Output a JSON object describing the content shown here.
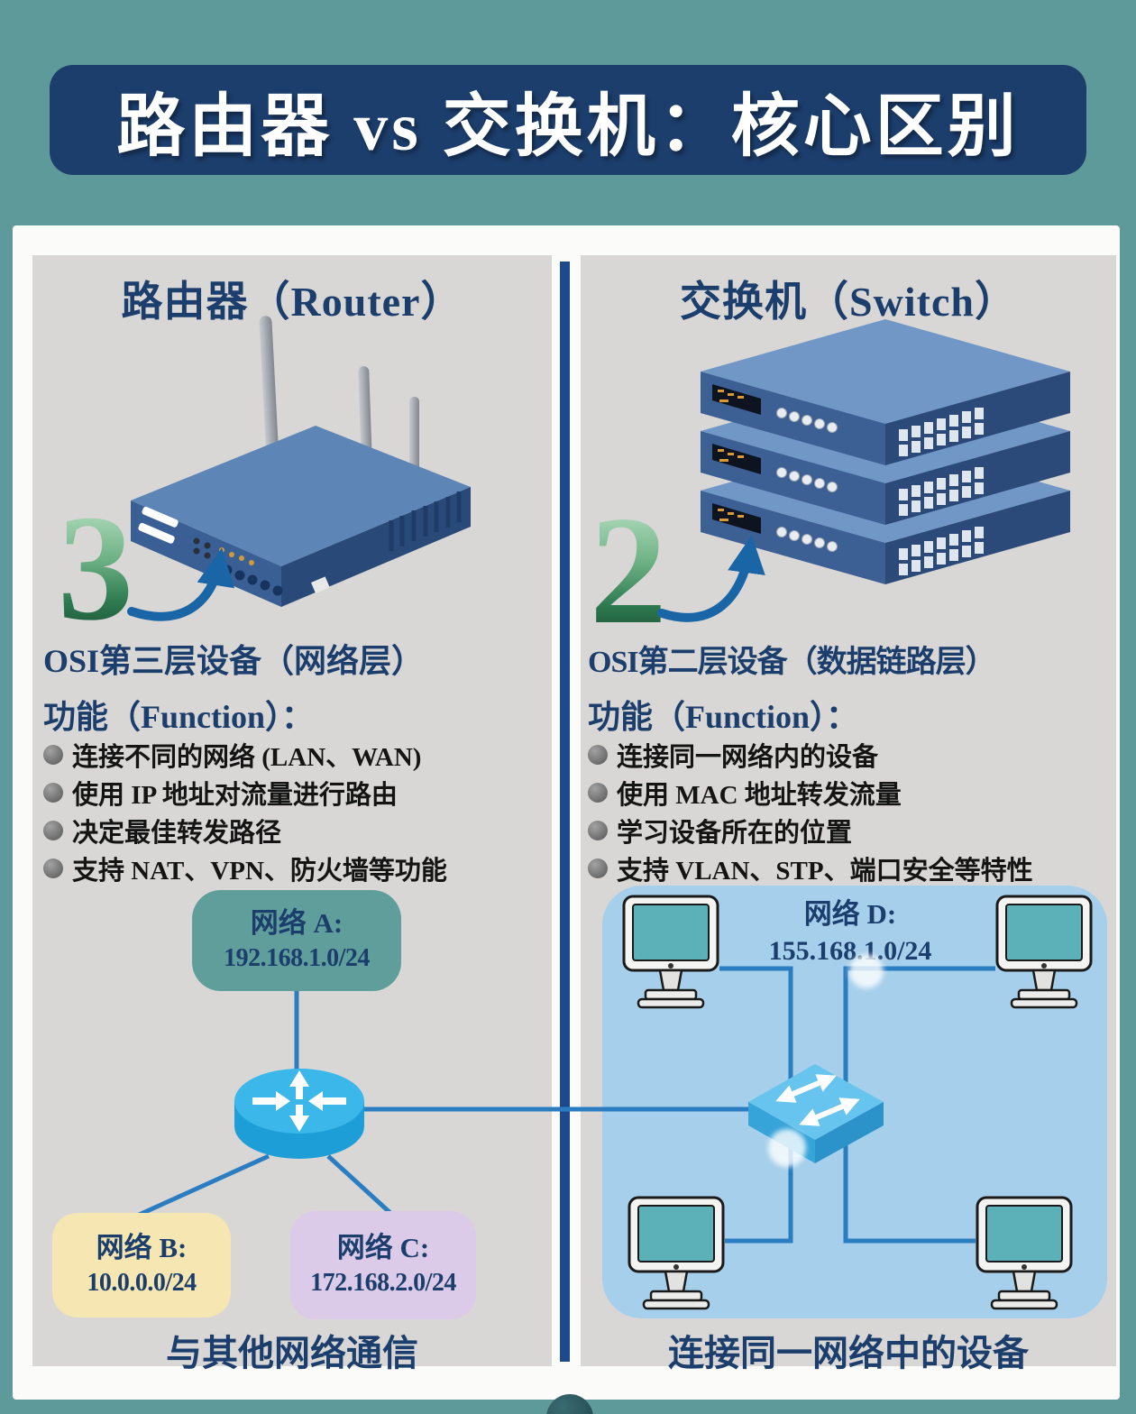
{
  "header": {
    "title": "路由器 vs 交换机：核心区别"
  },
  "left": {
    "title": "路由器（Router）",
    "step_number": "3",
    "osi_label": "OSI第三层设备（网络层）",
    "function_label": "功能（Function）：",
    "bullets": [
      "连接不同的网络 (LAN、WAN)",
      "使用 IP 地址对流量进行路由",
      "决定最佳转发路径",
      "支持 NAT、VPN、防火墙等功能"
    ],
    "network_a": {
      "label": "网络 A:",
      "cidr": "192.168.1.0/24"
    },
    "network_b": {
      "label": "网络 B:",
      "cidr": "10.0.0.0/24"
    },
    "network_c": {
      "label": "网络 C:",
      "cidr": "172.168.2.0/24"
    },
    "caption": "与其他网络通信"
  },
  "right": {
    "title": "交换机（Switch）",
    "step_number": "2",
    "osi_label": "OSI第二层设备（数据链路层）",
    "function_label": "功能（Function）：",
    "bullets": [
      "连接同一网络内的设备",
      "使用 MAC 地址转发流量",
      "学习设备所在的位置",
      "支持 VLAN、STP、端口安全等特性"
    ],
    "network_d": {
      "label": "网络 D:",
      "cidr": "155.168.1.0/24"
    },
    "caption": "连接同一网络中的设备"
  },
  "colors": {
    "background_teal": "#5d9a99",
    "header_navy": "#1c3e6d",
    "panel_gray": "#d8d7d5",
    "divider_blue": "#1d4a8e",
    "line_blue": "#2b7dc2",
    "lan_panel_blue": "#a6cfeb",
    "network_a_teal": "#5f9e9a",
    "network_b_yellow": "#f5e6b2",
    "network_c_purple": "#dccae9",
    "router_icon_cyan": "#3bb7ea",
    "device_blue": "#5d86b6",
    "step_number_green": "#2e7a50",
    "text_navy": "#1c3e6d"
  }
}
